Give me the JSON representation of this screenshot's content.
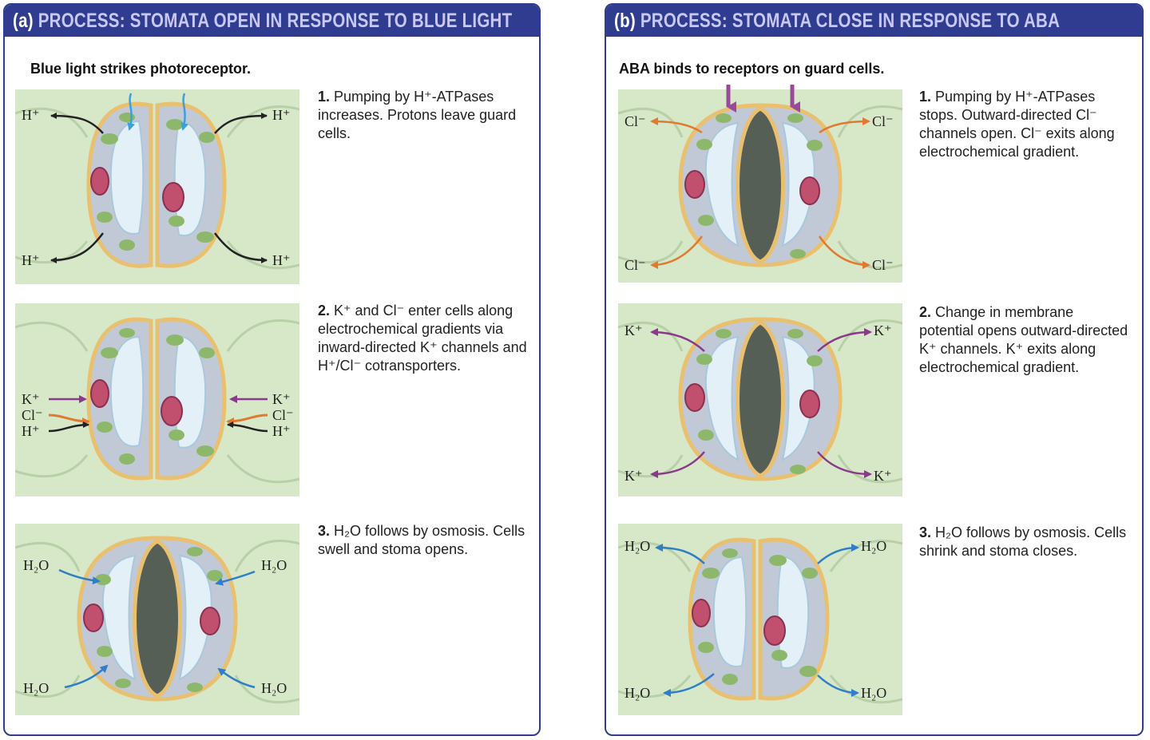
{
  "panels": {
    "a": {
      "label": "(a)",
      "title": "PROCESS: STOMATA OPEN IN RESPONSE TO BLUE LIGHT",
      "lead": "Blue light strikes photoreceptor.",
      "steps": [
        {
          "num": "1.",
          "text": "Pumping by H⁺-ATPases increases. Protons leave guard cells."
        },
        {
          "num": "2.",
          "text": "K⁺ and Cl⁻ enter cells along electrochemical gradients via inward-directed K⁺ channels and H⁺/Cl⁻ cotransporters."
        },
        {
          "num": "3.",
          "text": "H₂O follows by osmosis. Cells swell and stoma opens."
        }
      ],
      "d1": {
        "left_top": "H⁺",
        "right_top": "H⁺",
        "left_bottom": "H⁺",
        "right_bottom": "H⁺"
      },
      "d2": {
        "k_left": "K⁺",
        "cl_left": "Cl⁻",
        "h_left": "H⁺",
        "k_right": "K⁺",
        "cl_right": "Cl⁻",
        "h_right": "H⁺"
      },
      "d3": {
        "left_top": "H₂O",
        "right_top": "H₂O",
        "left_bottom": "H₂O",
        "right_bottom": "H₂O"
      }
    },
    "b": {
      "label": "(b)",
      "title": "PROCESS: STOMATA CLOSE IN RESPONSE TO ABA",
      "lead": "ABA binds to receptors on guard cells.",
      "steps": [
        {
          "num": "1.",
          "text": "Pumping by H⁺-ATPases stops. Outward-directed Cl⁻ channels open. Cl⁻ exits along electrochemical gradient."
        },
        {
          "num": "2.",
          "text": "Change in membrane potential opens outward-directed K⁺ channels. K⁺ exits along electrochemical gradient."
        },
        {
          "num": "3.",
          "text": "H₂O follows by osmosis. Cells shrink and stoma closes."
        }
      ],
      "d1": {
        "left_top": "Cl⁻",
        "right_top": "Cl⁻",
        "left_bottom": "Cl⁻",
        "right_bottom": "Cl⁻"
      },
      "d2": {
        "left_top": "K⁺",
        "right_top": "K⁺",
        "left_bottom": "K⁺",
        "right_bottom": "K⁺"
      },
      "d3": {
        "left_top": "H₂O",
        "right_top": "H₂O",
        "left_bottom": "H₂O",
        "right_bottom": "H₂O"
      }
    }
  },
  "colors": {
    "header": "#2f3c8f",
    "background_tissue": "#d6e8c8",
    "cell_wall": "#e8c070",
    "cytoplasm": "#c2c9d6",
    "vacuole": "#e4f0f8",
    "nucleus": "#c0506e",
    "chloroplast": "#8db86b",
    "pore": "#556055",
    "blue_light_arrow": "#3aa0e0",
    "proton_arrow": "#222222",
    "k_arrow": "#8a3a8a",
    "cl_arrow": "#e07a30",
    "water_arrow": "#2f7fc8",
    "aba_arrow": "#9a4a9a"
  }
}
